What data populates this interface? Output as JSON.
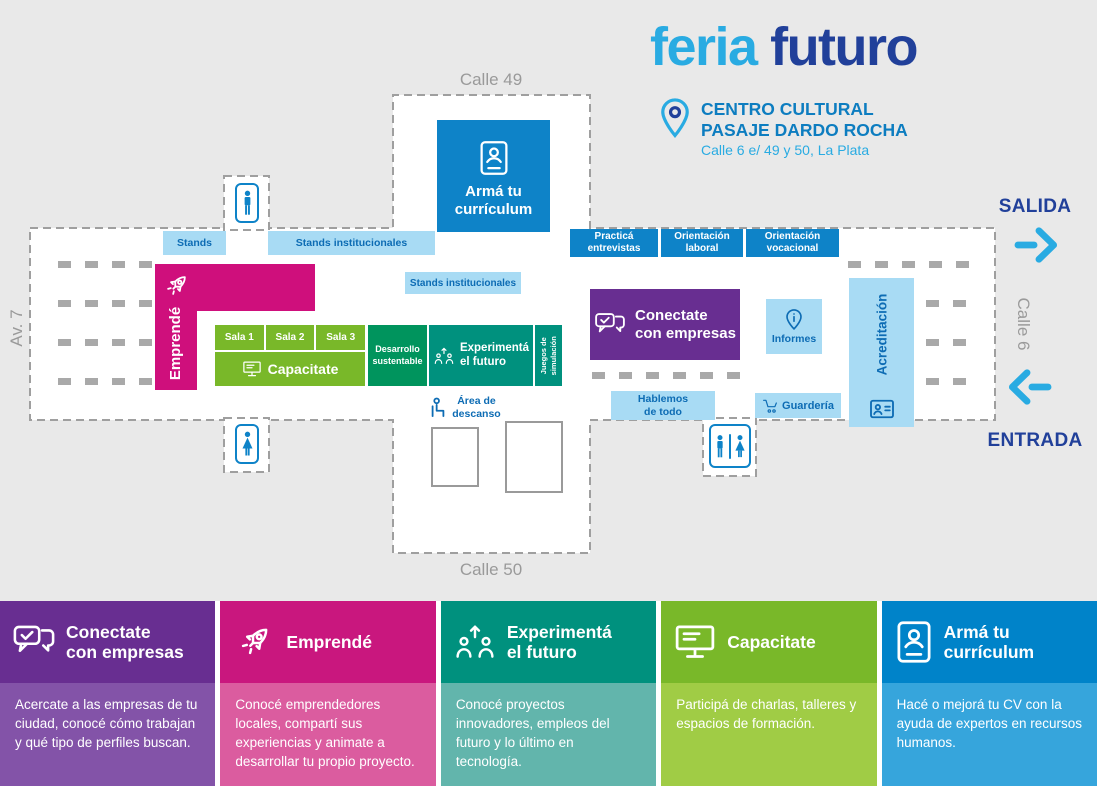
{
  "header": {
    "logo_part1": "feria",
    "logo_part2": "futuro",
    "venue_line1": "CENTRO CULTURAL",
    "venue_line2": "PASAJE DARDO ROCHA",
    "address": "Calle 6 e/ 49 y 50, La Plata"
  },
  "streets": {
    "top": "Calle 49",
    "bottom": "Calle 50",
    "left": "Av. 7",
    "right": "Calle 6"
  },
  "doors": {
    "salida": "SALIDA",
    "entrada": "ENTRADA"
  },
  "zones": {
    "arma_curriculum": "Armá tu\ncurrículum",
    "stands": "Stands",
    "stands_institucionales": "Stands institucionales",
    "stands_institucionales_mid": "Stands institucionales",
    "practica_entrevistas": "Practicá\nentrevistas",
    "orientacion_laboral": "Orientación\nlaboral",
    "orientacion_vocacional": "Orientación\nvocacional",
    "emprende": "Emprendé",
    "salas": [
      "Sala 1",
      "Sala 2",
      "Sala 3"
    ],
    "capacitate": "Capacitate",
    "desarrollo_sustentable": "Desarrollo\nsustentable",
    "experimenta_futuro": "Experimentá\nel futuro",
    "juegos_simulacion": "Juegos de\nsimulación",
    "conectate_empresas": "Conectate\ncon empresas",
    "informes": "Informes",
    "acreditacion": "Acreditación",
    "area_descanso": "Área de\ndescanso",
    "hablemos_de_todo": "Hablemos\nde todo",
    "guarderia": "Guardería"
  },
  "legend": [
    {
      "title": "Conectate\ncon empresas",
      "description": "Acercate a las empresas de tu ciudad, conocé cómo trabajan y qué tipo de perfiles buscan.",
      "header_color": "#682e91",
      "body_color": "#8353a8"
    },
    {
      "title": "Emprendé",
      "description": "Conocé emprendedores locales, compartí sus experiencias y animate a desarrollar tu propio proyecto.",
      "header_color": "#c9177e",
      "body_color": "#db5c9f"
    },
    {
      "title": "Experimentá\nel futuro",
      "description": "Conocé proyectos innovadores, empleos del futuro y lo último en tecnología.",
      "header_color": "#00917e",
      "body_color": "#62b5ac"
    },
    {
      "title": "Capacitate",
      "description": "Participá de charlas, talleres y espacios de formación.",
      "header_color": "#79b829",
      "body_color": "#a0cc45"
    },
    {
      "title": "Armá tu\ncurrículum",
      "description": "Hacé o mejorá tu CV con la ayuda de expertos en recursos humanos.",
      "header_color": "#0083c9",
      "body_color": "#36a5dc"
    }
  ],
  "icons": {
    "header": "location-pin-icon",
    "arma_curriculum": "cv-document-icon",
    "emprende": "rocket-icon",
    "capacitate": "monitor-icon",
    "experimenta": "people-arrows-icon",
    "conectate": "chat-check-icon",
    "informes": "info-pin-icon",
    "acreditacion": "id-badge-icon",
    "area_descanso": "rest-area-icon",
    "guarderia": "stroller-icon",
    "restroom_male": "man-icon",
    "restroom_female": "woman-icon",
    "salida": "arrow-right-icon",
    "entrada": "arrow-left-icon"
  },
  "colors": {
    "cyan": "#29abe2",
    "dark_blue": "#21409a",
    "medium_blue": "#0e83c8",
    "light_blue": "#a8dbf4",
    "label_blue": "#0d6cb4",
    "magenta": "#cf0f7c",
    "purple": "#682e91",
    "green": "#79b829",
    "dark_green": "#00945d",
    "teal": "#00917e",
    "street_gray": "#9a9a9a",
    "bg_gray": "#e9e9e9",
    "venue_blue": "#0d7dc0"
  }
}
